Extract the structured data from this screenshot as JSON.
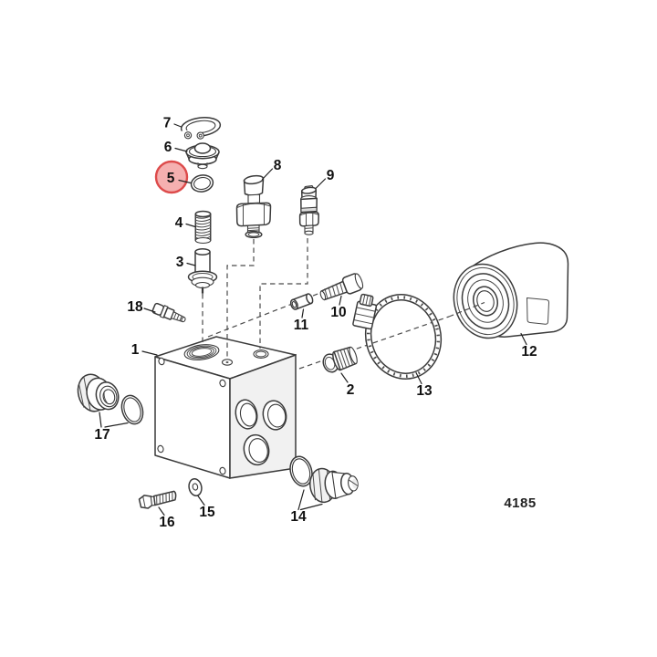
{
  "figure": {
    "number": "4185"
  },
  "colors": {
    "ink": "#3a3a3a",
    "highlight_fill": "#f5b0b0",
    "highlight_stroke": "#dd4b4b",
    "background": "#ffffff"
  },
  "highlighted_callout": "5",
  "callouts": [
    {
      "label": "1"
    },
    {
      "label": "2"
    },
    {
      "label": "3"
    },
    {
      "label": "4"
    },
    {
      "label": "5"
    },
    {
      "label": "6"
    },
    {
      "label": "7"
    },
    {
      "label": "8"
    },
    {
      "label": "9"
    },
    {
      "label": "10"
    },
    {
      "label": "11"
    },
    {
      "label": "12"
    },
    {
      "label": "13"
    },
    {
      "label": "14"
    },
    {
      "label": "15"
    },
    {
      "label": "16"
    },
    {
      "label": "17"
    },
    {
      "label": "18"
    }
  ]
}
